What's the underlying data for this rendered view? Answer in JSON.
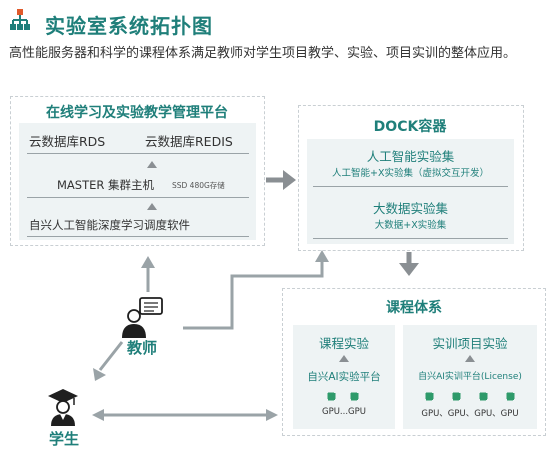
{
  "title": "实验室系统拓扑图",
  "intro": "高性能服务器和科学的课程体系满足教师对学生项目教学、实验、项目实训的整体应用。",
  "platform": {
    "title": "在线学习及实验教学管理平台",
    "db1": "云数据库RDS",
    "db2": "云数据库REDIS",
    "master": "MASTER 集群主机",
    "ssd": "SSD 480G存储",
    "software": "自兴人工智能深度学习调度软件"
  },
  "dock": {
    "title": "DOCK容器",
    "ai_set": {
      "title": "人工智能实验集",
      "sub": "人工智能+X实验集（虚拟交互开发）"
    },
    "bigdata_set": {
      "title": "大数据实验集",
      "sub": "大数据+X实验集"
    }
  },
  "course": {
    "title": "课程体系",
    "left": {
      "title": "课程实验",
      "platform": "自兴AI实验平台",
      "gpu": "GPU...GPU"
    },
    "right": {
      "title": "实训项目实验",
      "platform": "自兴AI实训平台(License)",
      "gpu": "GPU、GPU、GPU、GPU"
    }
  },
  "teacher": "教师",
  "student": "学生",
  "colors": {
    "accent": "#1f7f7a",
    "panel": "#eef3f4",
    "arrow": "#8a8f93",
    "chip": "#2e9a6a"
  }
}
